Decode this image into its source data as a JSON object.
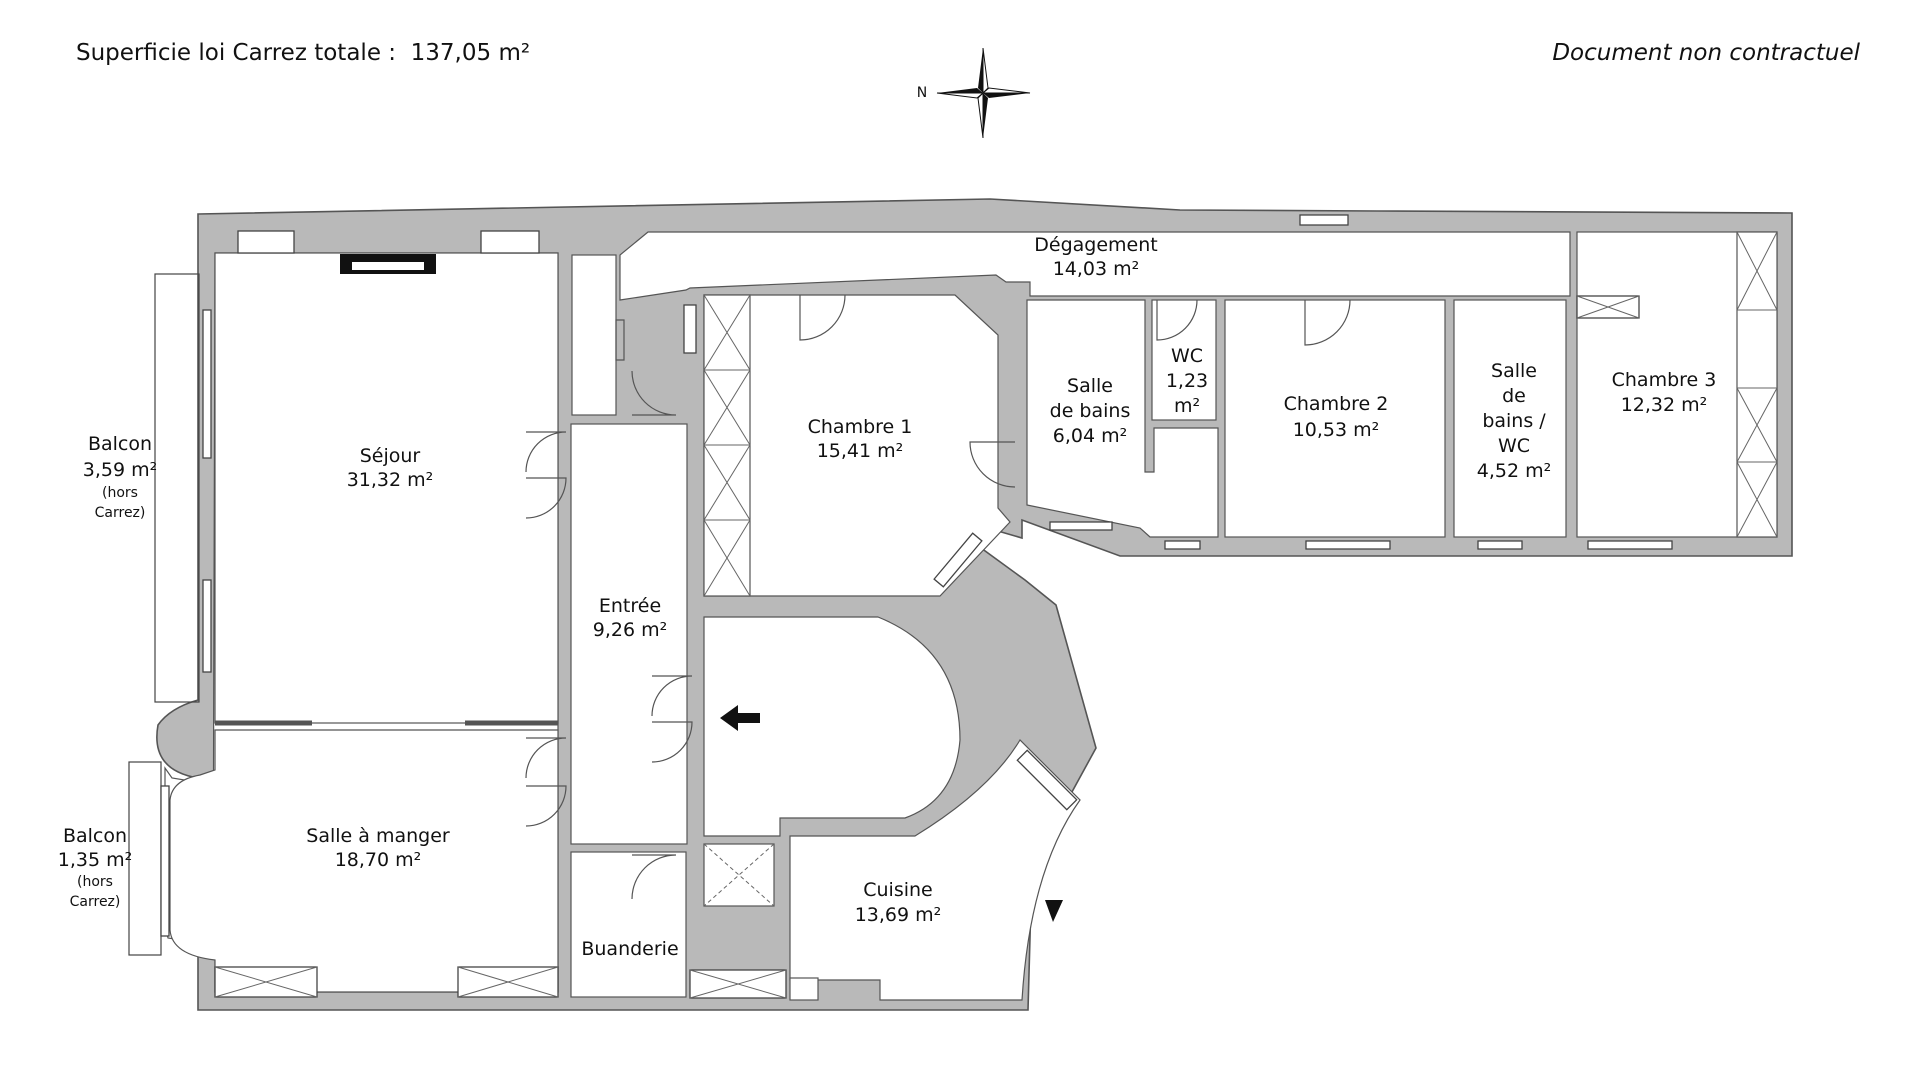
{
  "header": {
    "total_label": "Superficie loi Carrez totale :",
    "total_value": "137,05 m²",
    "disclaimer": "Document non contractuel"
  },
  "compass": {
    "north_letter": "N",
    "icon": "compass-rose-icon"
  },
  "rooms": {
    "degagement": {
      "name": "Dégagement",
      "area": "14,03 m²"
    },
    "sejour": {
      "name": "Séjour",
      "area": "31,32 m²"
    },
    "salle_a_manger": {
      "name": "Salle à manger",
      "area": "18,70 m²"
    },
    "chambre1": {
      "name": "Chambre 1",
      "area": "15,41 m²"
    },
    "salle_de_bains": {
      "name_l1": "Salle",
      "name_l2": "de bains",
      "area": "6,04 m²"
    },
    "wc": {
      "name": "WC",
      "area_l1": "1,23",
      "area_l2": "m²"
    },
    "chambre2": {
      "name": "Chambre 2",
      "area": "10,53 m²"
    },
    "sdb_wc": {
      "name_l1": "Salle",
      "name_l2": "de",
      "name_l3": "bains /",
      "name_l4": "WC",
      "area": "4,52 m²"
    },
    "chambre3": {
      "name": "Chambre 3",
      "area": "12,32 m²"
    },
    "entree": {
      "name": "Entrée",
      "area": "9,26 m²"
    },
    "cuisine": {
      "name": "Cuisine",
      "area": "13,69 m²"
    },
    "buanderie": {
      "name": "Buanderie"
    }
  },
  "balconies": {
    "balcon1": {
      "name": "Balcon",
      "area": "3,59 m²",
      "note_l1": "(hors",
      "note_l2": "Carrez)"
    },
    "balcon2": {
      "name": "Balcon",
      "area": "1,35 m²",
      "note_l1": "(hors",
      "note_l2": "Carrez)"
    }
  },
  "colors": {
    "wall": "#b9b9b9",
    "room": "#ffffff",
    "ink": "#111111"
  }
}
